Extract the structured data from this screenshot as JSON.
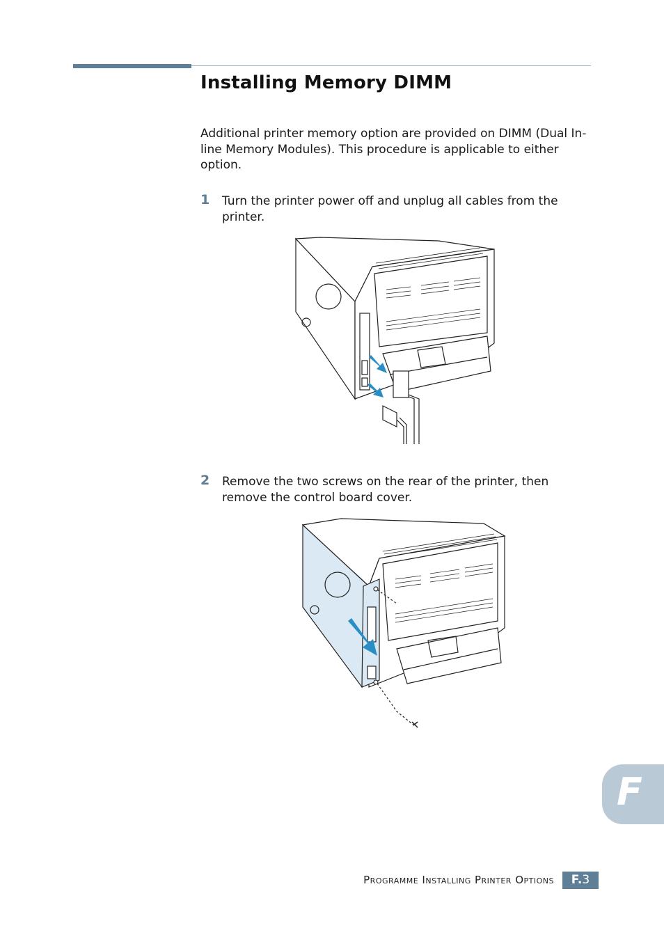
{
  "section": {
    "title": "Installing Memory DIMM",
    "intro": "Additional printer memory option are provided on DIMM (Dual In-line Memory Modules). This procedure is applicable to either option."
  },
  "steps": [
    {
      "number": "1",
      "text": "Turn the printer power off and unplug all cables from the printer."
    },
    {
      "number": "2",
      "text": "Remove the two screws on the rear of the printer, then remove the control board cover."
    }
  ],
  "chapter_tab": {
    "letter": "F"
  },
  "footer": {
    "section_title": "Programme Installing Printer Options",
    "page_prefix": "F.",
    "page_number": "3"
  },
  "colors": {
    "accent": "#5f7f96",
    "tab": "#b9c9d5",
    "arrow": "#2a8fc4",
    "panel": "#dbe9f4"
  }
}
